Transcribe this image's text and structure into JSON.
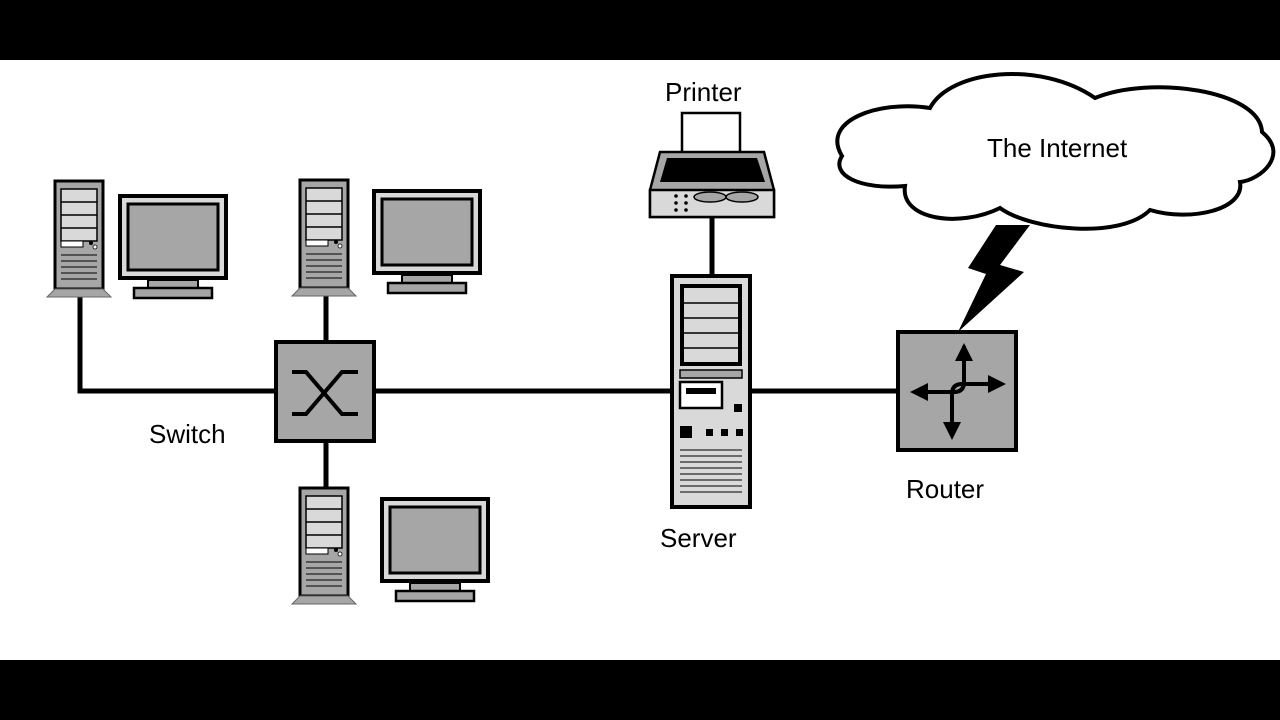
{
  "diagram": {
    "labels": {
      "printer": "Printer",
      "internet": "The Internet",
      "switch": "Switch",
      "server": "Server",
      "router": "Router"
    },
    "colors": {
      "background": "#ffffff",
      "letterbox": "#000000",
      "device_fill": "#a6a6a6",
      "device_light": "#d9d9d9",
      "line": "#000000"
    },
    "nodes": [
      {
        "id": "workstation-1",
        "kind": "pc-tower-and-monitor"
      },
      {
        "id": "workstation-2",
        "kind": "pc-tower-and-monitor"
      },
      {
        "id": "workstation-3",
        "kind": "pc-tower-and-monitor"
      },
      {
        "id": "switch",
        "kind": "switch"
      },
      {
        "id": "server",
        "kind": "server"
      },
      {
        "id": "printer",
        "kind": "printer"
      },
      {
        "id": "router",
        "kind": "router"
      },
      {
        "id": "internet",
        "kind": "cloud"
      }
    ],
    "links": [
      {
        "from": "workstation-1",
        "to": "switch",
        "type": "wired"
      },
      {
        "from": "workstation-2",
        "to": "switch",
        "type": "wired"
      },
      {
        "from": "workstation-3",
        "to": "switch",
        "type": "wired"
      },
      {
        "from": "switch",
        "to": "server",
        "type": "wired"
      },
      {
        "from": "printer",
        "to": "server",
        "type": "wired"
      },
      {
        "from": "server",
        "to": "router",
        "type": "wired"
      },
      {
        "from": "router",
        "to": "internet",
        "type": "wireless"
      }
    ]
  }
}
